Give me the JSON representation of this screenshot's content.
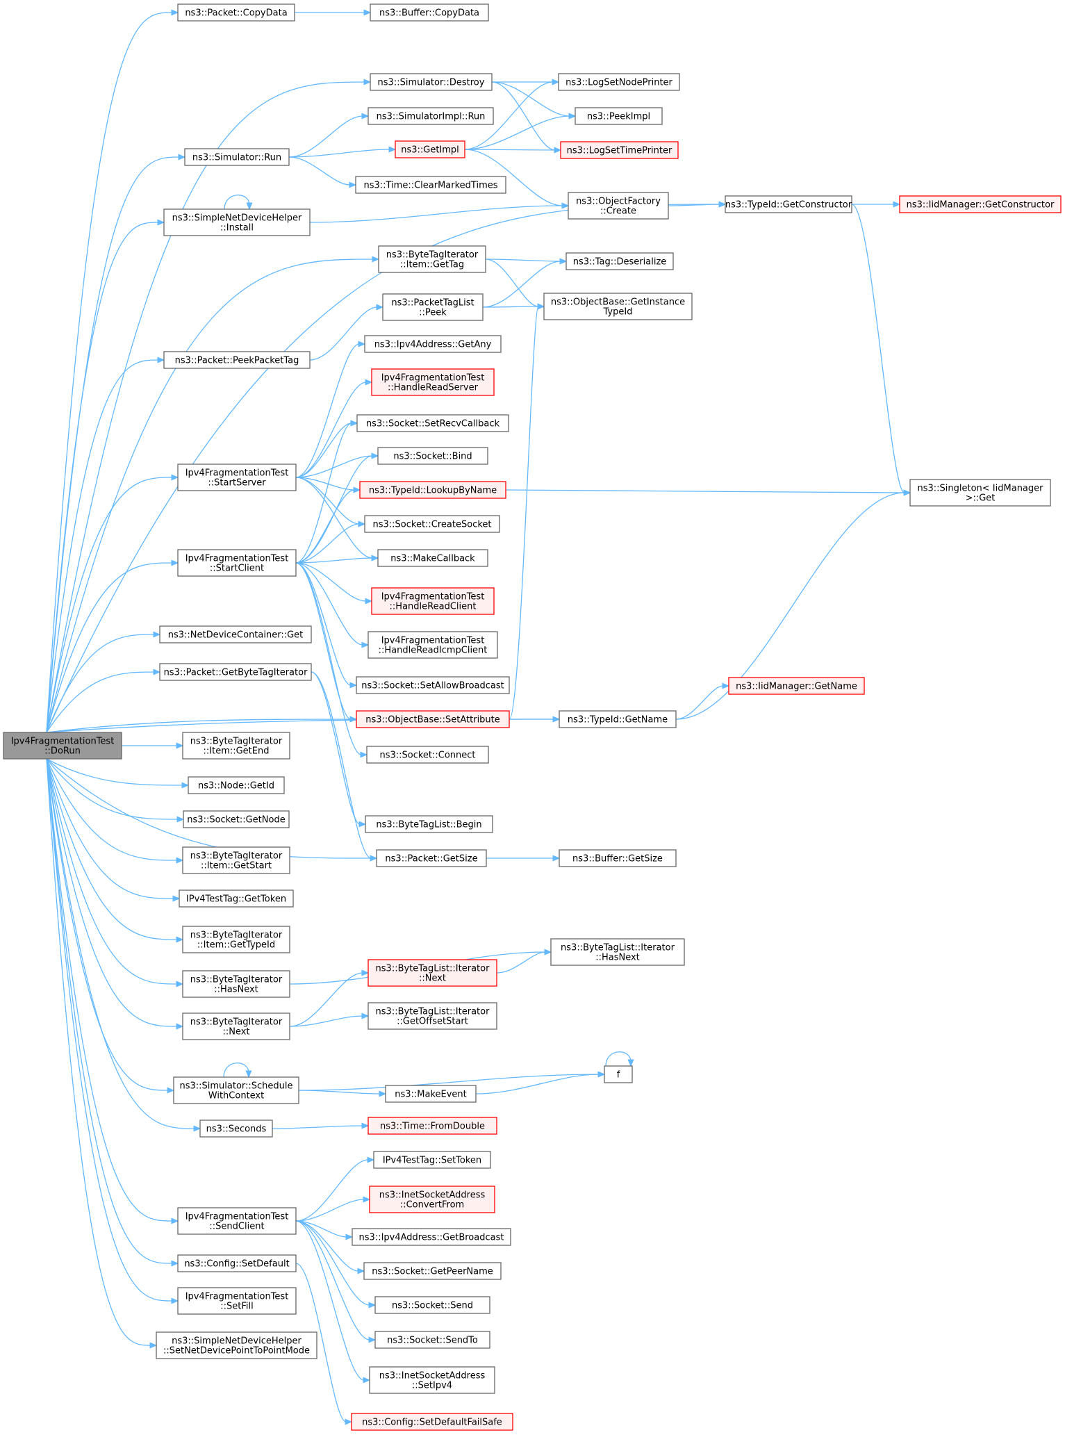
{
  "diagram": {
    "title": "",
    "colors": {
      "edge": "#63b8ff",
      "node_fill": "#ffffff",
      "node_stroke": "#666666",
      "root_fill": "#999999",
      "root_stroke": "#666666",
      "truncated_fill": "#fff0f0",
      "truncated_stroke": "#ff0000",
      "text": "#000000"
    },
    "nodes": [
      {
        "id": "root",
        "lines": [
          "Ipv4FragmentationTest",
          "::DoRun"
        ],
        "style": "root",
        "interactable": false
      },
      {
        "id": "packet_copydata",
        "lines": [
          "ns3::Packet::CopyData"
        ],
        "style": "normal",
        "interactable": true
      },
      {
        "id": "buffer_copydata",
        "lines": [
          "ns3::Buffer::CopyData"
        ],
        "style": "normal",
        "interactable": true
      },
      {
        "id": "sim_destroy",
        "lines": [
          "ns3::Simulator::Destroy"
        ],
        "style": "normal",
        "interactable": true
      },
      {
        "id": "log_node_printer",
        "lines": [
          "ns3::LogSetNodePrinter"
        ],
        "style": "normal",
        "interactable": true
      },
      {
        "id": "peek_impl",
        "lines": [
          "ns3::PeekImpl"
        ],
        "style": "normal",
        "interactable": true
      },
      {
        "id": "log_time_printer",
        "lines": [
          "ns3::LogSetTimePrinter"
        ],
        "style": "truncated",
        "interactable": true
      },
      {
        "id": "simimpl_run",
        "lines": [
          "ns3::SimulatorImpl::Run"
        ],
        "style": "normal",
        "interactable": true
      },
      {
        "id": "sim_run",
        "lines": [
          "ns3::Simulator::Run"
        ],
        "style": "normal",
        "interactable": true
      },
      {
        "id": "get_impl",
        "lines": [
          "ns3::GetImpl"
        ],
        "style": "truncated",
        "interactable": true
      },
      {
        "id": "clear_marked",
        "lines": [
          "ns3::Time::ClearMarkedTimes"
        ],
        "style": "normal",
        "interactable": true
      },
      {
        "id": "object_factory_create",
        "lines": [
          "ns3::ObjectFactory",
          "::Create"
        ],
        "style": "normal",
        "interactable": true
      },
      {
        "id": "typeid_getctor",
        "lines": [
          "ns3::TypeId::GetConstructor"
        ],
        "style": "normal",
        "interactable": true
      },
      {
        "id": "iid_getctor",
        "lines": [
          "ns3::IidManager::GetConstructor"
        ],
        "style": "truncated",
        "interactable": true
      },
      {
        "id": "sndh_install",
        "lines": [
          "ns3::SimpleNetDeviceHelper",
          "::Install"
        ],
        "style": "normal",
        "interactable": true
      },
      {
        "id": "bti_item_gettag",
        "lines": [
          "ns3::ByteTagIterator",
          "::Item::GetTag"
        ],
        "style": "normal",
        "interactable": true
      },
      {
        "id": "tag_deserialize",
        "lines": [
          "ns3::Tag::Deserialize"
        ],
        "style": "normal",
        "interactable": true
      },
      {
        "id": "ptl_peek",
        "lines": [
          "ns3::PacketTagList",
          "::Peek"
        ],
        "style": "normal",
        "interactable": true
      },
      {
        "id": "ob_get_instance_typeid",
        "lines": [
          "ns3::ObjectBase::GetInstance",
          "TypeId"
        ],
        "style": "normal",
        "interactable": true
      },
      {
        "id": "packet_peek_tag",
        "lines": [
          "ns3::Packet::PeekPacketTag"
        ],
        "style": "normal",
        "interactable": true
      },
      {
        "id": "ipv4_getany",
        "lines": [
          "ns3::Ipv4Address::GetAny"
        ],
        "style": "normal",
        "interactable": true
      },
      {
        "id": "handle_read_server",
        "lines": [
          "Ipv4FragmentationTest",
          "::HandleReadServer"
        ],
        "style": "truncated",
        "interactable": true
      },
      {
        "id": "sock_set_recv_cb",
        "lines": [
          "ns3::Socket::SetRecvCallback"
        ],
        "style": "normal",
        "interactable": true
      },
      {
        "id": "start_server",
        "lines": [
          "Ipv4FragmentationTest",
          "::StartServer"
        ],
        "style": "normal",
        "interactable": true
      },
      {
        "id": "sock_bind",
        "lines": [
          "ns3::Socket::Bind"
        ],
        "style": "normal",
        "interactable": true
      },
      {
        "id": "typeid_lookup",
        "lines": [
          "ns3::TypeId::LookupByName"
        ],
        "style": "truncated",
        "interactable": true
      },
      {
        "id": "singleton_get",
        "lines": [
          "ns3::Singleton< IidManager",
          " >::Get"
        ],
        "style": "normal",
        "interactable": true
      },
      {
        "id": "sock_create",
        "lines": [
          "ns3::Socket::CreateSocket"
        ],
        "style": "normal",
        "interactable": true
      },
      {
        "id": "start_client",
        "lines": [
          "Ipv4FragmentationTest",
          "::StartClient"
        ],
        "style": "normal",
        "interactable": true
      },
      {
        "id": "make_callback",
        "lines": [
          "ns3::MakeCallback"
        ],
        "style": "normal",
        "interactable": true
      },
      {
        "id": "handle_read_client",
        "lines": [
          "Ipv4FragmentationTest",
          "::HandleReadClient"
        ],
        "style": "truncated",
        "interactable": true
      },
      {
        "id": "handle_read_icmp",
        "lines": [
          "Ipv4FragmentationTest",
          "::HandleReadIcmpClient"
        ],
        "style": "normal",
        "interactable": true
      },
      {
        "id": "ndc_get",
        "lines": [
          "ns3::NetDeviceContainer::Get"
        ],
        "style": "normal",
        "interactable": true
      },
      {
        "id": "sock_set_allow_bcast",
        "lines": [
          "ns3::Socket::SetAllowBroadcast"
        ],
        "style": "normal",
        "interactable": true
      },
      {
        "id": "packet_get_bti",
        "lines": [
          "ns3::Packet::GetByteTagIterator"
        ],
        "style": "normal",
        "interactable": true
      },
      {
        "id": "iid_getname",
        "lines": [
          "ns3::IidManager::GetName"
        ],
        "style": "truncated",
        "interactable": true
      },
      {
        "id": "ob_set_attr",
        "lines": [
          "ns3::ObjectBase::SetAttribute"
        ],
        "style": "truncated",
        "interactable": true
      },
      {
        "id": "typeid_getname",
        "lines": [
          "ns3::TypeId::GetName"
        ],
        "style": "normal",
        "interactable": true
      },
      {
        "id": "bti_item_getend",
        "lines": [
          "ns3::ByteTagIterator",
          "::Item::GetEnd"
        ],
        "style": "normal",
        "interactable": true
      },
      {
        "id": "sock_connect",
        "lines": [
          "ns3::Socket::Connect"
        ],
        "style": "normal",
        "interactable": true
      },
      {
        "id": "node_getid",
        "lines": [
          "ns3::Node::GetId"
        ],
        "style": "normal",
        "interactable": true
      },
      {
        "id": "sock_getnode",
        "lines": [
          "ns3::Socket::GetNode"
        ],
        "style": "normal",
        "interactable": true
      },
      {
        "id": "btl_begin",
        "lines": [
          "ns3::ByteTagList::Begin"
        ],
        "style": "normal",
        "interactable": true
      },
      {
        "id": "bti_item_getstart",
        "lines": [
          "ns3::ByteTagIterator",
          "::Item::GetStart"
        ],
        "style": "normal",
        "interactable": true
      },
      {
        "id": "packet_getsize",
        "lines": [
          "ns3::Packet::GetSize"
        ],
        "style": "normal",
        "interactable": true
      },
      {
        "id": "buffer_getsize",
        "lines": [
          "ns3::Buffer::GetSize"
        ],
        "style": "normal",
        "interactable": true
      },
      {
        "id": "testtag_gettoken",
        "lines": [
          "IPv4TestTag::GetToken"
        ],
        "style": "normal",
        "interactable": true
      },
      {
        "id": "bti_item_gettypeid",
        "lines": [
          "ns3::ByteTagIterator",
          "::Item::GetTypeId"
        ],
        "style": "normal",
        "interactable": true
      },
      {
        "id": "btl_it_hasnext",
        "lines": [
          "ns3::ByteTagList::Iterator",
          "::HasNext"
        ],
        "style": "normal",
        "interactable": true
      },
      {
        "id": "bti_hasnext",
        "lines": [
          "ns3::ByteTagIterator",
          "::HasNext"
        ],
        "style": "normal",
        "interactable": true
      },
      {
        "id": "btl_it_next",
        "lines": [
          "ns3::ByteTagList::Iterator",
          "::Next"
        ],
        "style": "truncated",
        "interactable": true
      },
      {
        "id": "bti_next",
        "lines": [
          "ns3::ByteTagIterator",
          "::Next"
        ],
        "style": "normal",
        "interactable": true
      },
      {
        "id": "btl_it_getoffset",
        "lines": [
          "ns3::ByteTagList::Iterator",
          "::GetOffsetStart"
        ],
        "style": "normal",
        "interactable": true
      },
      {
        "id": "f",
        "lines": [
          "f"
        ],
        "style": "normal",
        "interactable": true
      },
      {
        "id": "sim_schedule_ctx",
        "lines": [
          "ns3::Simulator::Schedule",
          "WithContext"
        ],
        "style": "normal",
        "interactable": true
      },
      {
        "id": "make_event",
        "lines": [
          "ns3::MakeEvent"
        ],
        "style": "normal",
        "interactable": true
      },
      {
        "id": "seconds",
        "lines": [
          "ns3::Seconds"
        ],
        "style": "normal",
        "interactable": true
      },
      {
        "id": "time_fromdouble",
        "lines": [
          "ns3::Time::FromDouble"
        ],
        "style": "truncated",
        "interactable": true
      },
      {
        "id": "testtag_settoken",
        "lines": [
          "IPv4TestTag::SetToken"
        ],
        "style": "normal",
        "interactable": true
      },
      {
        "id": "isa_convertfrom",
        "lines": [
          "ns3::InetSocketAddress",
          "::ConvertFrom"
        ],
        "style": "truncated",
        "interactable": true
      },
      {
        "id": "send_client",
        "lines": [
          "Ipv4FragmentationTest",
          "::SendClient"
        ],
        "style": "normal",
        "interactable": true
      },
      {
        "id": "ipv4_getbroadcast",
        "lines": [
          "ns3::Ipv4Address::GetBroadcast"
        ],
        "style": "normal",
        "interactable": true
      },
      {
        "id": "config_setdefault",
        "lines": [
          "ns3::Config::SetDefault"
        ],
        "style": "normal",
        "interactable": true
      },
      {
        "id": "sock_getpeername",
        "lines": [
          "ns3::Socket::GetPeerName"
        ],
        "style": "normal",
        "interactable": true
      },
      {
        "id": "sock_send",
        "lines": [
          "ns3::Socket::Send"
        ],
        "style": "normal",
        "interactable": true
      },
      {
        "id": "setfill",
        "lines": [
          "Ipv4FragmentationTest",
          "::SetFill"
        ],
        "style": "normal",
        "interactable": true
      },
      {
        "id": "sock_sendto",
        "lines": [
          "ns3::Socket::SendTo"
        ],
        "style": "normal",
        "interactable": true
      },
      {
        "id": "sndh_set_p2p",
        "lines": [
          "ns3::SimpleNetDeviceHelper",
          "::SetNetDevicePointToPointMode"
        ],
        "style": "normal",
        "interactable": true
      },
      {
        "id": "isa_setipv4",
        "lines": [
          "ns3::InetSocketAddress",
          "::SetIpv4"
        ],
        "style": "normal",
        "interactable": true
      },
      {
        "id": "config_setdefault_failsafe",
        "lines": [
          "ns3::Config::SetDefaultFailSafe"
        ],
        "style": "truncated",
        "interactable": true
      }
    ],
    "edges": [
      {
        "from": "root",
        "to": "packet_copydata"
      },
      {
        "from": "root",
        "to": "sim_destroy"
      },
      {
        "from": "root",
        "to": "typeid_getctor"
      },
      {
        "from": "root",
        "to": "sim_run"
      },
      {
        "from": "root",
        "to": "sndh_install"
      },
      {
        "from": "root",
        "to": "bti_item_gettag"
      },
      {
        "from": "root",
        "to": "packet_peek_tag"
      },
      {
        "from": "root",
        "to": "start_server"
      },
      {
        "from": "root",
        "to": "start_client"
      },
      {
        "from": "root",
        "to": "ndc_get"
      },
      {
        "from": "root",
        "to": "packet_get_bti"
      },
      {
        "from": "root",
        "to": "ob_set_attr"
      },
      {
        "from": "root",
        "to": "typeid_getname"
      },
      {
        "from": "root",
        "to": "bti_item_getend"
      },
      {
        "from": "root",
        "to": "node_getid"
      },
      {
        "from": "root",
        "to": "sock_getnode"
      },
      {
        "from": "root",
        "to": "bti_item_getstart"
      },
      {
        "from": "root",
        "to": "packet_getsize"
      },
      {
        "from": "root",
        "to": "testtag_gettoken"
      },
      {
        "from": "root",
        "to": "bti_item_gettypeid"
      },
      {
        "from": "root",
        "to": "bti_hasnext"
      },
      {
        "from": "root",
        "to": "bti_next"
      },
      {
        "from": "root",
        "to": "sim_schedule_ctx"
      },
      {
        "from": "root",
        "to": "seconds"
      },
      {
        "from": "root",
        "to": "send_client"
      },
      {
        "from": "root",
        "to": "config_setdefault"
      },
      {
        "from": "root",
        "to": "setfill"
      },
      {
        "from": "root",
        "to": "sndh_set_p2p"
      },
      {
        "from": "packet_copydata",
        "to": "buffer_copydata"
      },
      {
        "from": "sim_destroy",
        "to": "log_node_printer"
      },
      {
        "from": "sim_destroy",
        "to": "peek_impl"
      },
      {
        "from": "sim_destroy",
        "to": "log_time_printer"
      },
      {
        "from": "sim_run",
        "to": "simimpl_run"
      },
      {
        "from": "sim_run",
        "to": "get_impl"
      },
      {
        "from": "sim_run",
        "to": "clear_marked"
      },
      {
        "from": "get_impl",
        "to": "log_node_printer"
      },
      {
        "from": "get_impl",
        "to": "peek_impl"
      },
      {
        "from": "get_impl",
        "to": "log_time_printer"
      },
      {
        "from": "get_impl",
        "to": "object_factory_create"
      },
      {
        "from": "sndh_install",
        "to": "sndh_install"
      },
      {
        "from": "sndh_install",
        "to": "object_factory_create"
      },
      {
        "from": "object_factory_create",
        "to": "typeid_getctor"
      },
      {
        "from": "typeid_getctor",
        "to": "iid_getctor"
      },
      {
        "from": "typeid_getctor",
        "to": "singleton_get"
      },
      {
        "from": "bti_item_gettag",
        "to": "tag_deserialize"
      },
      {
        "from": "bti_item_gettag",
        "to": "ob_get_instance_typeid"
      },
      {
        "from": "ptl_peek",
        "to": "tag_deserialize"
      },
      {
        "from": "ptl_peek",
        "to": "ob_get_instance_typeid"
      },
      {
        "from": "packet_peek_tag",
        "to": "ptl_peek"
      },
      {
        "from": "start_server",
        "to": "ipv4_getany"
      },
      {
        "from": "start_server",
        "to": "handle_read_server"
      },
      {
        "from": "start_server",
        "to": "sock_set_recv_cb"
      },
      {
        "from": "start_server",
        "to": "sock_bind"
      },
      {
        "from": "start_server",
        "to": "typeid_lookup"
      },
      {
        "from": "start_server",
        "to": "sock_create"
      },
      {
        "from": "start_server",
        "to": "make_callback"
      },
      {
        "from": "start_client",
        "to": "sock_set_recv_cb"
      },
      {
        "from": "start_client",
        "to": "sock_bind"
      },
      {
        "from": "start_client",
        "to": "typeid_lookup"
      },
      {
        "from": "start_client",
        "to": "sock_create"
      },
      {
        "from": "start_client",
        "to": "make_callback"
      },
      {
        "from": "start_client",
        "to": "handle_read_client"
      },
      {
        "from": "start_client",
        "to": "handle_read_icmp"
      },
      {
        "from": "start_client",
        "to": "sock_set_allow_bcast"
      },
      {
        "from": "start_client",
        "to": "ob_set_attr"
      },
      {
        "from": "start_client",
        "to": "sock_connect"
      },
      {
        "from": "typeid_lookup",
        "to": "singleton_get"
      },
      {
        "from": "packet_get_bti",
        "to": "btl_begin"
      },
      {
        "from": "packet_get_bti",
        "to": "packet_getsize"
      },
      {
        "from": "ob_set_attr",
        "to": "ob_get_instance_typeid"
      },
      {
        "from": "ob_set_attr",
        "to": "typeid_getname"
      },
      {
        "from": "typeid_getname",
        "to": "iid_getname"
      },
      {
        "from": "typeid_getname",
        "to": "singleton_get"
      },
      {
        "from": "packet_getsize",
        "to": "buffer_getsize"
      },
      {
        "from": "bti_hasnext",
        "to": "btl_it_hasnext"
      },
      {
        "from": "bti_next",
        "to": "btl_it_next"
      },
      {
        "from": "bti_next",
        "to": "btl_it_getoffset"
      },
      {
        "from": "btl_it_next",
        "to": "btl_it_hasnext"
      },
      {
        "from": "sim_schedule_ctx",
        "to": "sim_schedule_ctx"
      },
      {
        "from": "sim_schedule_ctx",
        "to": "f"
      },
      {
        "from": "sim_schedule_ctx",
        "to": "make_event"
      },
      {
        "from": "make_event",
        "to": "f"
      },
      {
        "from": "f",
        "to": "f"
      },
      {
        "from": "seconds",
        "to": "time_fromdouble"
      },
      {
        "from": "send_client",
        "to": "testtag_settoken"
      },
      {
        "from": "send_client",
        "to": "isa_convertfrom"
      },
      {
        "from": "send_client",
        "to": "ipv4_getbroadcast"
      },
      {
        "from": "send_client",
        "to": "sock_getpeername"
      },
      {
        "from": "send_client",
        "to": "sock_send"
      },
      {
        "from": "send_client",
        "to": "sock_sendto"
      },
      {
        "from": "send_client",
        "to": "isa_setipv4"
      },
      {
        "from": "config_setdefault",
        "to": "config_setdefault_failsafe"
      }
    ]
  }
}
